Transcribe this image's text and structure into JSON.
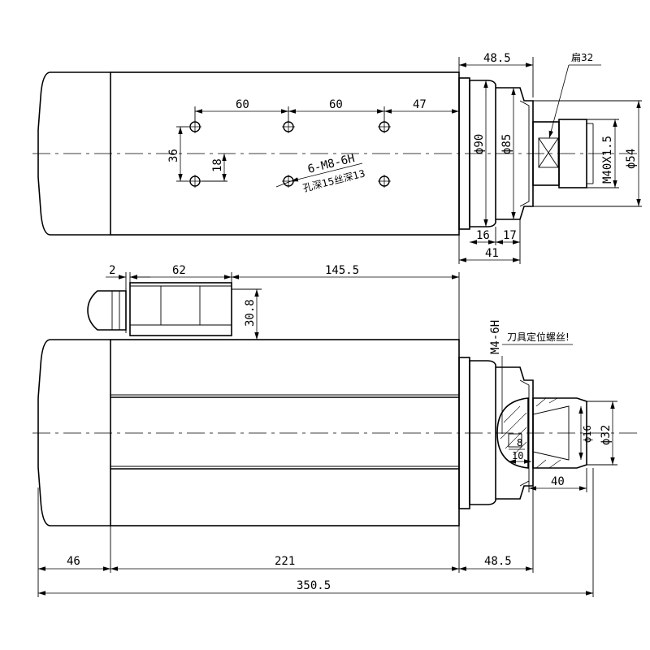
{
  "top_view": {
    "dims": {
      "d_48_5_top": "48.5",
      "flat": "扁32",
      "h60a": "60",
      "h60b": "60",
      "h47": "47",
      "v36": "36",
      "v18": "18",
      "thread_holes": "6-M8-6H",
      "hole_depth": "孔深15丝深13",
      "phi90": "ϕ90",
      "phi85": "ϕ85",
      "m40": "M40X1.5",
      "phi54": "ϕ54",
      "d16": "16",
      "d17": "17",
      "d41": "41"
    }
  },
  "side_view": {
    "dims": {
      "d2": "2",
      "d62": "62",
      "d145_5": "145.5",
      "d30_8": "30.8",
      "m4": "M4-6H",
      "note": "刀具定位螺丝!",
      "phi16": "ϕ16",
      "phi32": "ϕ32",
      "d8": "8",
      "d10": "10",
      "d40": "40",
      "d46": "46",
      "d221": "221",
      "d48_5": "48.5",
      "d350_5": "350.5"
    }
  }
}
